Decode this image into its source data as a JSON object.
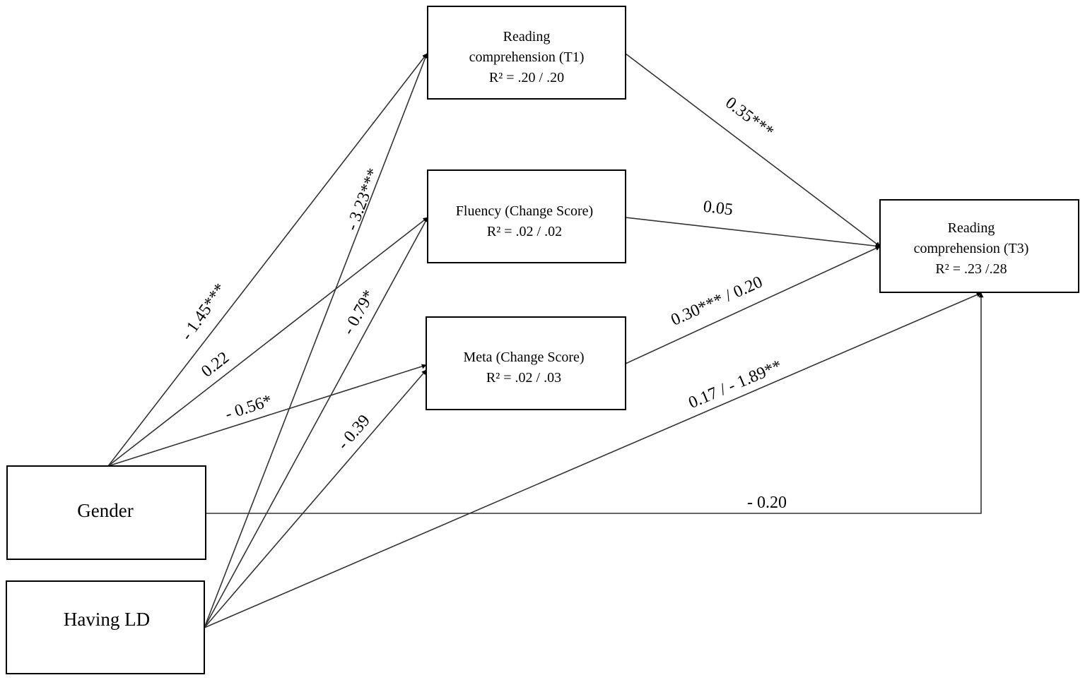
{
  "nodes": {
    "rc_t1": {
      "lines": [
        "Reading",
        "comprehension (T1)",
        "R² = .20 / .20"
      ]
    },
    "fluency": {
      "lines": [
        "Fluency (Change Score)",
        "R² = .02 / .02"
      ]
    },
    "meta": {
      "lines": [
        "Meta (Change Score)",
        "R² = .02 / .03"
      ]
    },
    "rc_t3": {
      "lines": [
        "Reading",
        "comprehension (T3)",
        "R² = .23 /.28"
      ]
    },
    "gender": {
      "lines": [
        "Gender"
      ]
    },
    "ld": {
      "lines": [
        "Having LD"
      ]
    }
  },
  "edges": {
    "gender_rc_t1": "- 1.45***",
    "ld_rc_t1": "- 3.23***",
    "gender_fluency": "0.22",
    "ld_fluency": "- 0.79*",
    "gender_meta": "- 0.56*",
    "ld_meta": "- 0.39",
    "rc_t1_rc_t3": "0.35***",
    "fluency_rc_t3": "0.05",
    "meta_rc_t3": "0.30*** / 0.20",
    "ld_rc_t3": "0.17 / - 1.89**",
    "gender_rc_t3": "- 0.20"
  },
  "colors": {
    "line": "#333333",
    "border": "#000000",
    "text": "#000000",
    "background": "#ffffff"
  }
}
